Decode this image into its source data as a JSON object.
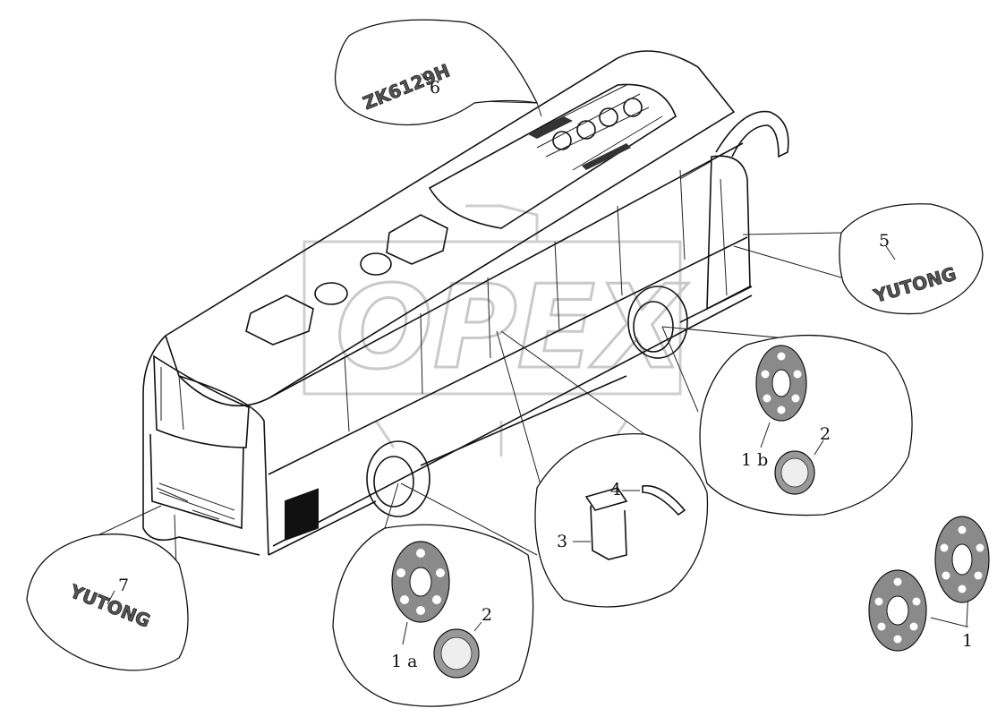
{
  "watermark": {
    "text": "OPEX"
  },
  "callouts": {
    "c1": "1",
    "c1a": "1 a",
    "c1b": "1 b",
    "c2a": "2",
    "c2b": "2",
    "c3": "3",
    "c4": "4",
    "c5": "5",
    "c6": "6",
    "c7": "7"
  },
  "badges": {
    "model": "ZK6129H",
    "brand_side": "YUTONG",
    "brand_rear": "YUTONG"
  },
  "colors": {
    "line": "#111111",
    "watermark": "#c9c9c9",
    "emblem_fill": "#8a8a8a"
  }
}
